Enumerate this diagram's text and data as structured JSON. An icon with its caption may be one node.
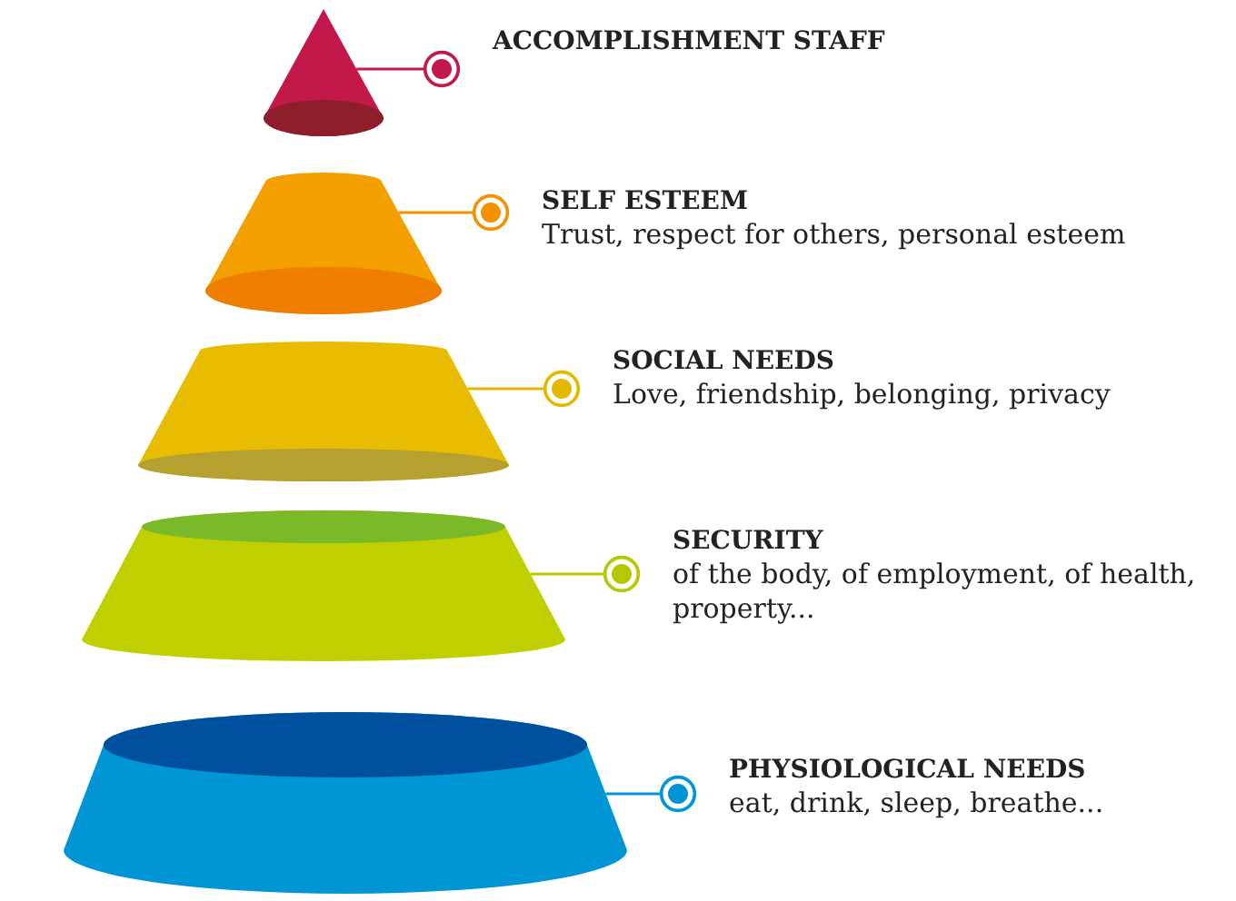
{
  "diagram": {
    "nodes": [
      {
        "text": [],
        "shape": "cone"
      },
      {
        "text": [
          "ACCOMPLISHMENT STAFF"
        ]
      },
      {
        "text": [],
        "shape": "cone"
      },
      {
        "text": [
          "SELF ESTEEM",
          "Trust, respect for others, personal esteem"
        ]
      },
      {
        "text": [],
        "shape": "cone"
      },
      {
        "text": [
          "SOCIAL NEEDS",
          "Love, friendship, belonging, privacy"
        ]
      },
      {
        "text": [],
        "shape": "cone"
      },
      {
        "text": [
          "SECURITY",
          "of the body, of employment, of health, property..."
        ]
      },
      {
        "text": [],
        "shape": "cone"
      },
      {
        "text": [
          "PHYSIOLOGICAL NEEDS",
          "eat, drink, sleep, breathe..."
        ]
      }
    ],
    "edges": [
      {
        "from": 1,
        "to": 0,
        "arrow": "other",
        "color": "#c2184a"
      },
      {
        "from": 3,
        "to": 2,
        "arrow": "other",
        "color": "#f39200"
      },
      {
        "from": 5,
        "to": 4,
        "arrow": "other",
        "color": "#e5b800"
      },
      {
        "from": 7,
        "to": 6,
        "arrow": "other",
        "color": "#b5c800"
      },
      {
        "from": 9,
        "to": 8,
        "arrow": "other",
        "color": "#0096d6"
      }
    ]
  }
}
